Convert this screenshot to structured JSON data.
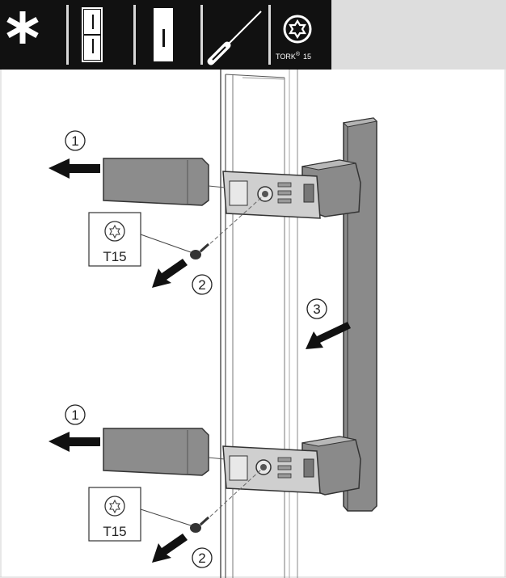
{
  "header": {
    "tools": [
      {
        "icon": "asterisk-icon"
      },
      {
        "icon": "fridge-freezer-icon"
      },
      {
        "icon": "door-icon"
      },
      {
        "icon": "screwdriver-icon"
      },
      {
        "icon": "torx-bit-icon",
        "label": "TORK",
        "superscript": "®",
        "size": "15"
      }
    ]
  },
  "steps": {
    "remove_cover": "1",
    "remove_screw": "2",
    "remove_handle": "3"
  },
  "tool_callout": {
    "label": "T15"
  },
  "colors": {
    "header_bg": "#111111",
    "handle": "#8a8a8a",
    "cover": "#8c8c8c"
  }
}
